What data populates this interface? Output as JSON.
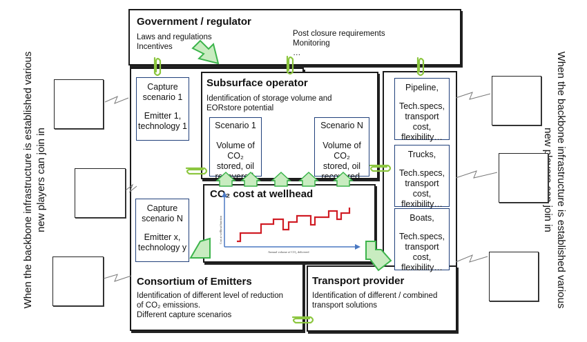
{
  "government": {
    "title": "Government / regulator",
    "left_lines": [
      "Laws and regulations",
      "Incentives"
    ],
    "right_lines": [
      "Post closure requirements",
      "Monitoring",
      "…"
    ]
  },
  "subsurface": {
    "title": "Subsurface operator",
    "desc": "Identification of storage volume and EORstore potential",
    "scenarios": [
      {
        "name": "Scenario 1",
        "lines": [
          "Volume of CO₂",
          "stored, oil",
          "recovered."
        ]
      },
      {
        "name": "Scenario N",
        "lines": [
          "Volume of CO₂",
          "stored, oil",
          "recovered."
        ]
      }
    ]
  },
  "capture": [
    {
      "lines": [
        "Capture",
        "scenario 1",
        "",
        "Emitter 1,",
        "technology 1"
      ]
    },
    {
      "lines": [
        "Capture",
        "scenario N",
        "",
        "Emitter x,",
        "technology y"
      ]
    }
  ],
  "transport_options": [
    {
      "lines": [
        "Pipeline,",
        "",
        "Tech.specs,",
        "transport cost,",
        "flexibility…"
      ]
    },
    {
      "lines": [
        "Trucks,",
        "",
        "Tech.specs,",
        "transport cost,",
        "flexibility…"
      ]
    },
    {
      "lines": [
        "Boats,",
        "",
        "Tech.specs,",
        "transport cost,",
        "flexibility…"
      ]
    }
  ],
  "cost_chart": {
    "title": "CO₂ cost at wellhead",
    "ylabel": "Cost at wellhead function",
    "xlabel": "Annual volume of CO₂ delivered",
    "line_color": "#d01c24",
    "axis_color": "#4a78c2"
  },
  "consortium": {
    "title": "Consortium of Emitters",
    "lines": [
      "Identification of different level of reduction",
      "of CO₂ emissions.",
      "Different capture scenarios"
    ]
  },
  "transport": {
    "title": "Transport provider",
    "lines": [
      "Identification of different / combined",
      "transport solutions"
    ]
  },
  "side_text": {
    "left": "When the backbone infrastructure is established various new players can join in",
    "right": "When the backbone infrastructure is established various new players can join in"
  },
  "colors": {
    "arrow_green": "#3cb44b",
    "arrow_fill": "#c8ecc0",
    "box_border": "#1f3f7a"
  }
}
